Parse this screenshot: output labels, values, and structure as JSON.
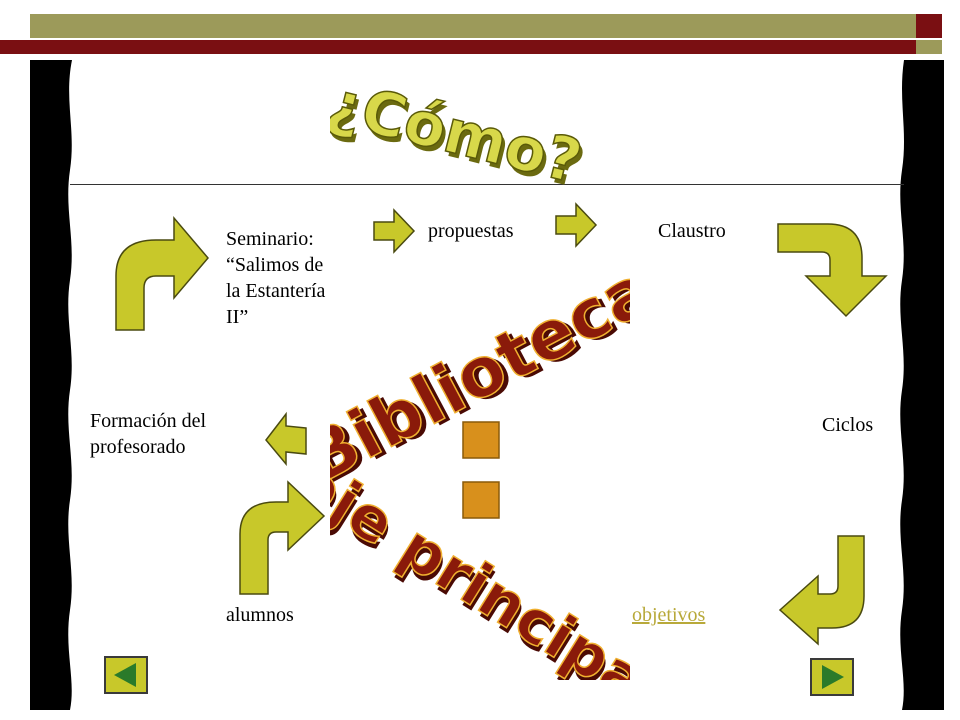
{
  "slide": {
    "heading_wordart": "¿Cómo?",
    "center_wordart": [
      "Biblioteca",
      ":",
      "eje principal"
    ],
    "seminario": [
      "Seminario:",
      "“Salimos de",
      "la Estantería",
      "II”"
    ],
    "propuestas": "propuestas",
    "claustro": "Claustro",
    "ciclos": "Ciclos",
    "formacion": [
      "Formación del",
      "profesorado"
    ],
    "alumnos": "alumnos",
    "objetivos_link": "objetivos"
  },
  "nav": {
    "prev_icon": "triangle-left-icon",
    "next_icon": "triangle-right-icon"
  },
  "colors": {
    "olive": "#9c9a5a",
    "maroon": "#7a0f12",
    "arrow_fill": "#c8c82a",
    "wordart_red": "#8a1a0a",
    "wordart_gold": "#e6a020",
    "link": "#b8a93a"
  }
}
